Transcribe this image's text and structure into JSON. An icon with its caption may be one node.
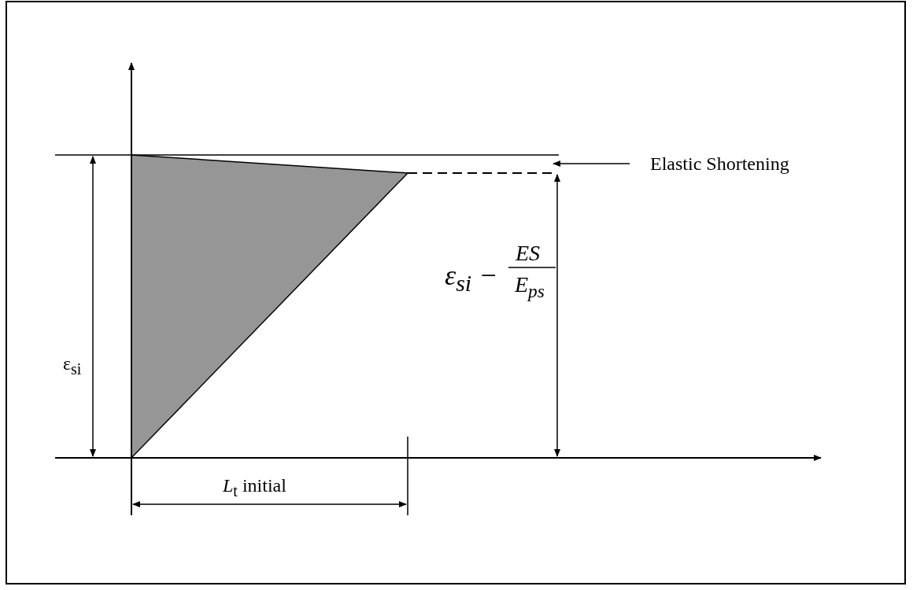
{
  "diagram": {
    "nodes": [
      {
        "text": [
          "Elastic Shortening"
        ]
      },
      {
        "text": [],
        "shape": "line"
      }
    ],
    "edges": [
      {
        "from": 0,
        "to": 1,
        "arrow": "to"
      }
    ],
    "labels": [
      "ε$_{si}$",
      "ε$_{si}$ −",
      "ES",
      "E$_{ps}$",
      "*L*$_{t}$ initial"
    ]
  }
}
